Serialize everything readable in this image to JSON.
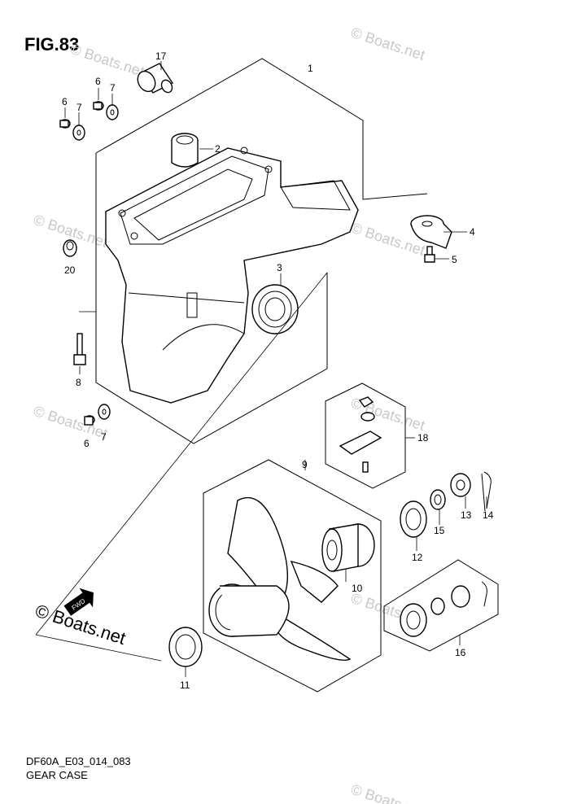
{
  "figure": {
    "title": "FIG.83",
    "code": "DF60A_E03_014_083",
    "name": "GEAR CASE"
  },
  "watermark": "© Boats.net",
  "brand_mark": "© Boats.net",
  "fwd_label": "FWD",
  "callouts": [
    "1",
    "2",
    "3",
    "4",
    "5",
    "6",
    "7",
    "8",
    "9",
    "10",
    "11",
    "12",
    "13",
    "14",
    "15",
    "16",
    "17",
    "18",
    "20",
    "6",
    "7",
    "6",
    "7"
  ]
}
